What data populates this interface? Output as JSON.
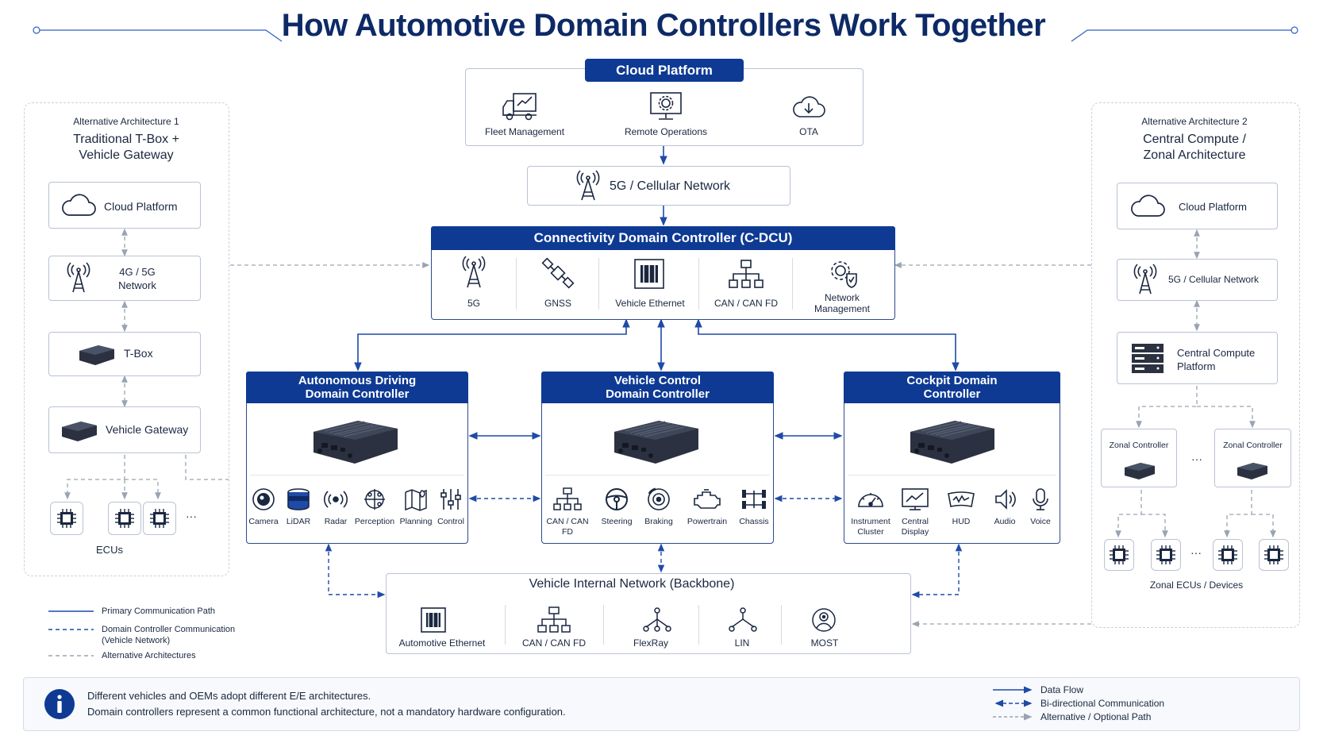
{
  "title": "How Automotive Domain Controllers Work Together",
  "cloud": {
    "header": "Cloud Platform",
    "items": [
      "Fleet Management",
      "Remote Operations",
      "OTA"
    ]
  },
  "cellular": {
    "label": "5G / Cellular Network"
  },
  "cdcu": {
    "header": "Connectivity Domain Controller (C-DCU)",
    "items": [
      "5G",
      "GNSS",
      "Vehicle Ethernet",
      "CAN / CAN FD",
      "Network Management"
    ]
  },
  "domains": [
    {
      "header": "Autonomous Driving Domain Controller",
      "items": [
        "Camera",
        "LiDAR",
        "Radar",
        "Perception",
        "Planning",
        "Control"
      ]
    },
    {
      "header": "Vehicle Control Domain Controller",
      "items": [
        "CAN / CAN FD",
        "Steering",
        "Braking",
        "Powertrain",
        "Chassis"
      ]
    },
    {
      "header": "Cockpit Domain Controller",
      "items": [
        "Instrument Cluster",
        "Central Display",
        "HUD",
        "Audio",
        "Voice"
      ]
    }
  ],
  "backbone": {
    "title": "Vehicle Internal Network (Backbone)",
    "items": [
      "Automotive Ethernet",
      "CAN / CAN FD",
      "FlexRay",
      "LIN",
      "MOST"
    ]
  },
  "alt1": {
    "subtitle": "Alternative Architecture 1",
    "title": "Traditional T-Box + Vehicle Gateway",
    "cloud": "Cloud Platform",
    "network": "4G / 5G Network",
    "tbox": "T-Box",
    "gateway": "Vehicle Gateway",
    "ecus": "ECUs",
    "ellipsis": "···"
  },
  "alt2": {
    "subtitle": "Alternative Architecture 2",
    "title": "Central Compute / Zonal Architecture",
    "cloud": "Cloud Platform",
    "network": "5G / Cellular Network",
    "compute": "Central Compute Platform",
    "zonal1": "Zonal Controller",
    "zonal2": "Zonal Controller",
    "ecus": "Zonal ECUs / Devices",
    "ellipsis": "···"
  },
  "legend_left": {
    "primary": "Primary Communication Path",
    "dc": "Domain Controller Communication (Vehicle Network)",
    "alt": "Alternative Architectures"
  },
  "info": {
    "line1": "Different vehicles and OEMs adopt different E/E architectures.",
    "line2": "Domain controllers represent a common functional architecture, not a mandatory hardware configuration."
  },
  "legend_right": {
    "flow": "Data Flow",
    "bidi": "Bi-directional Communication",
    "alt": "Alternative / Optional Path"
  },
  "colors": {
    "navy": "#0e3a94",
    "dark": "#0d2a66",
    "line": "#1f4aa8",
    "grey": "#9aa3b2"
  }
}
